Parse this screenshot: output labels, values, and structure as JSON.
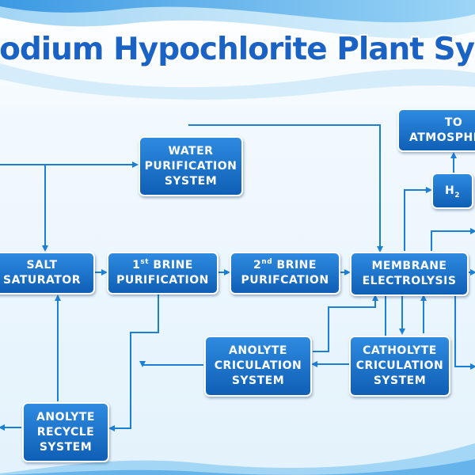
{
  "title": "Sodium Hypochlorite Plant System diagram",
  "colors": {
    "box_fill_top": "#2e8be0",
    "box_fill_bottom": "#0f5fb5",
    "arrow": "#1c7fd6",
    "title": "#1a63c5",
    "background": "#eaf6fd"
  },
  "boxes": {
    "water": {
      "line1": "WATER",
      "line2": "PURIFICATION",
      "line3": "SYSTEM"
    },
    "salt": {
      "line1": "SALT",
      "line2": "SATURATOR"
    },
    "brine1": {
      "line1_num": "1",
      "line1_sup": "st",
      "line1_rest": " BRINE",
      "line2": "PURIFICATION"
    },
    "brine2": {
      "line1_num": "2",
      "line1_sup": "nd",
      "line1_rest": " BRINE",
      "line2": "PURIFCATION"
    },
    "membrane": {
      "line1": "MEMBRANE",
      "line2": "ELECTROLYSIS"
    },
    "to_atmosphere": {
      "line1": "TO",
      "line2": "ATMOSPHERE"
    },
    "h2": {
      "base": "H",
      "sub": "2"
    },
    "anolyte_circ": {
      "line1": "ANOLYTE",
      "line2": "CRICULATION",
      "line3": "SYSTEM"
    },
    "catholyte_circ": {
      "line1": "CATHOLYTE",
      "line2": "CRICULATION",
      "line3": "SYSTEM"
    },
    "anolyte_recycle": {
      "line1": "ANOLYTE",
      "line2": "RECYCLE",
      "line3": "SYSTEM"
    }
  }
}
